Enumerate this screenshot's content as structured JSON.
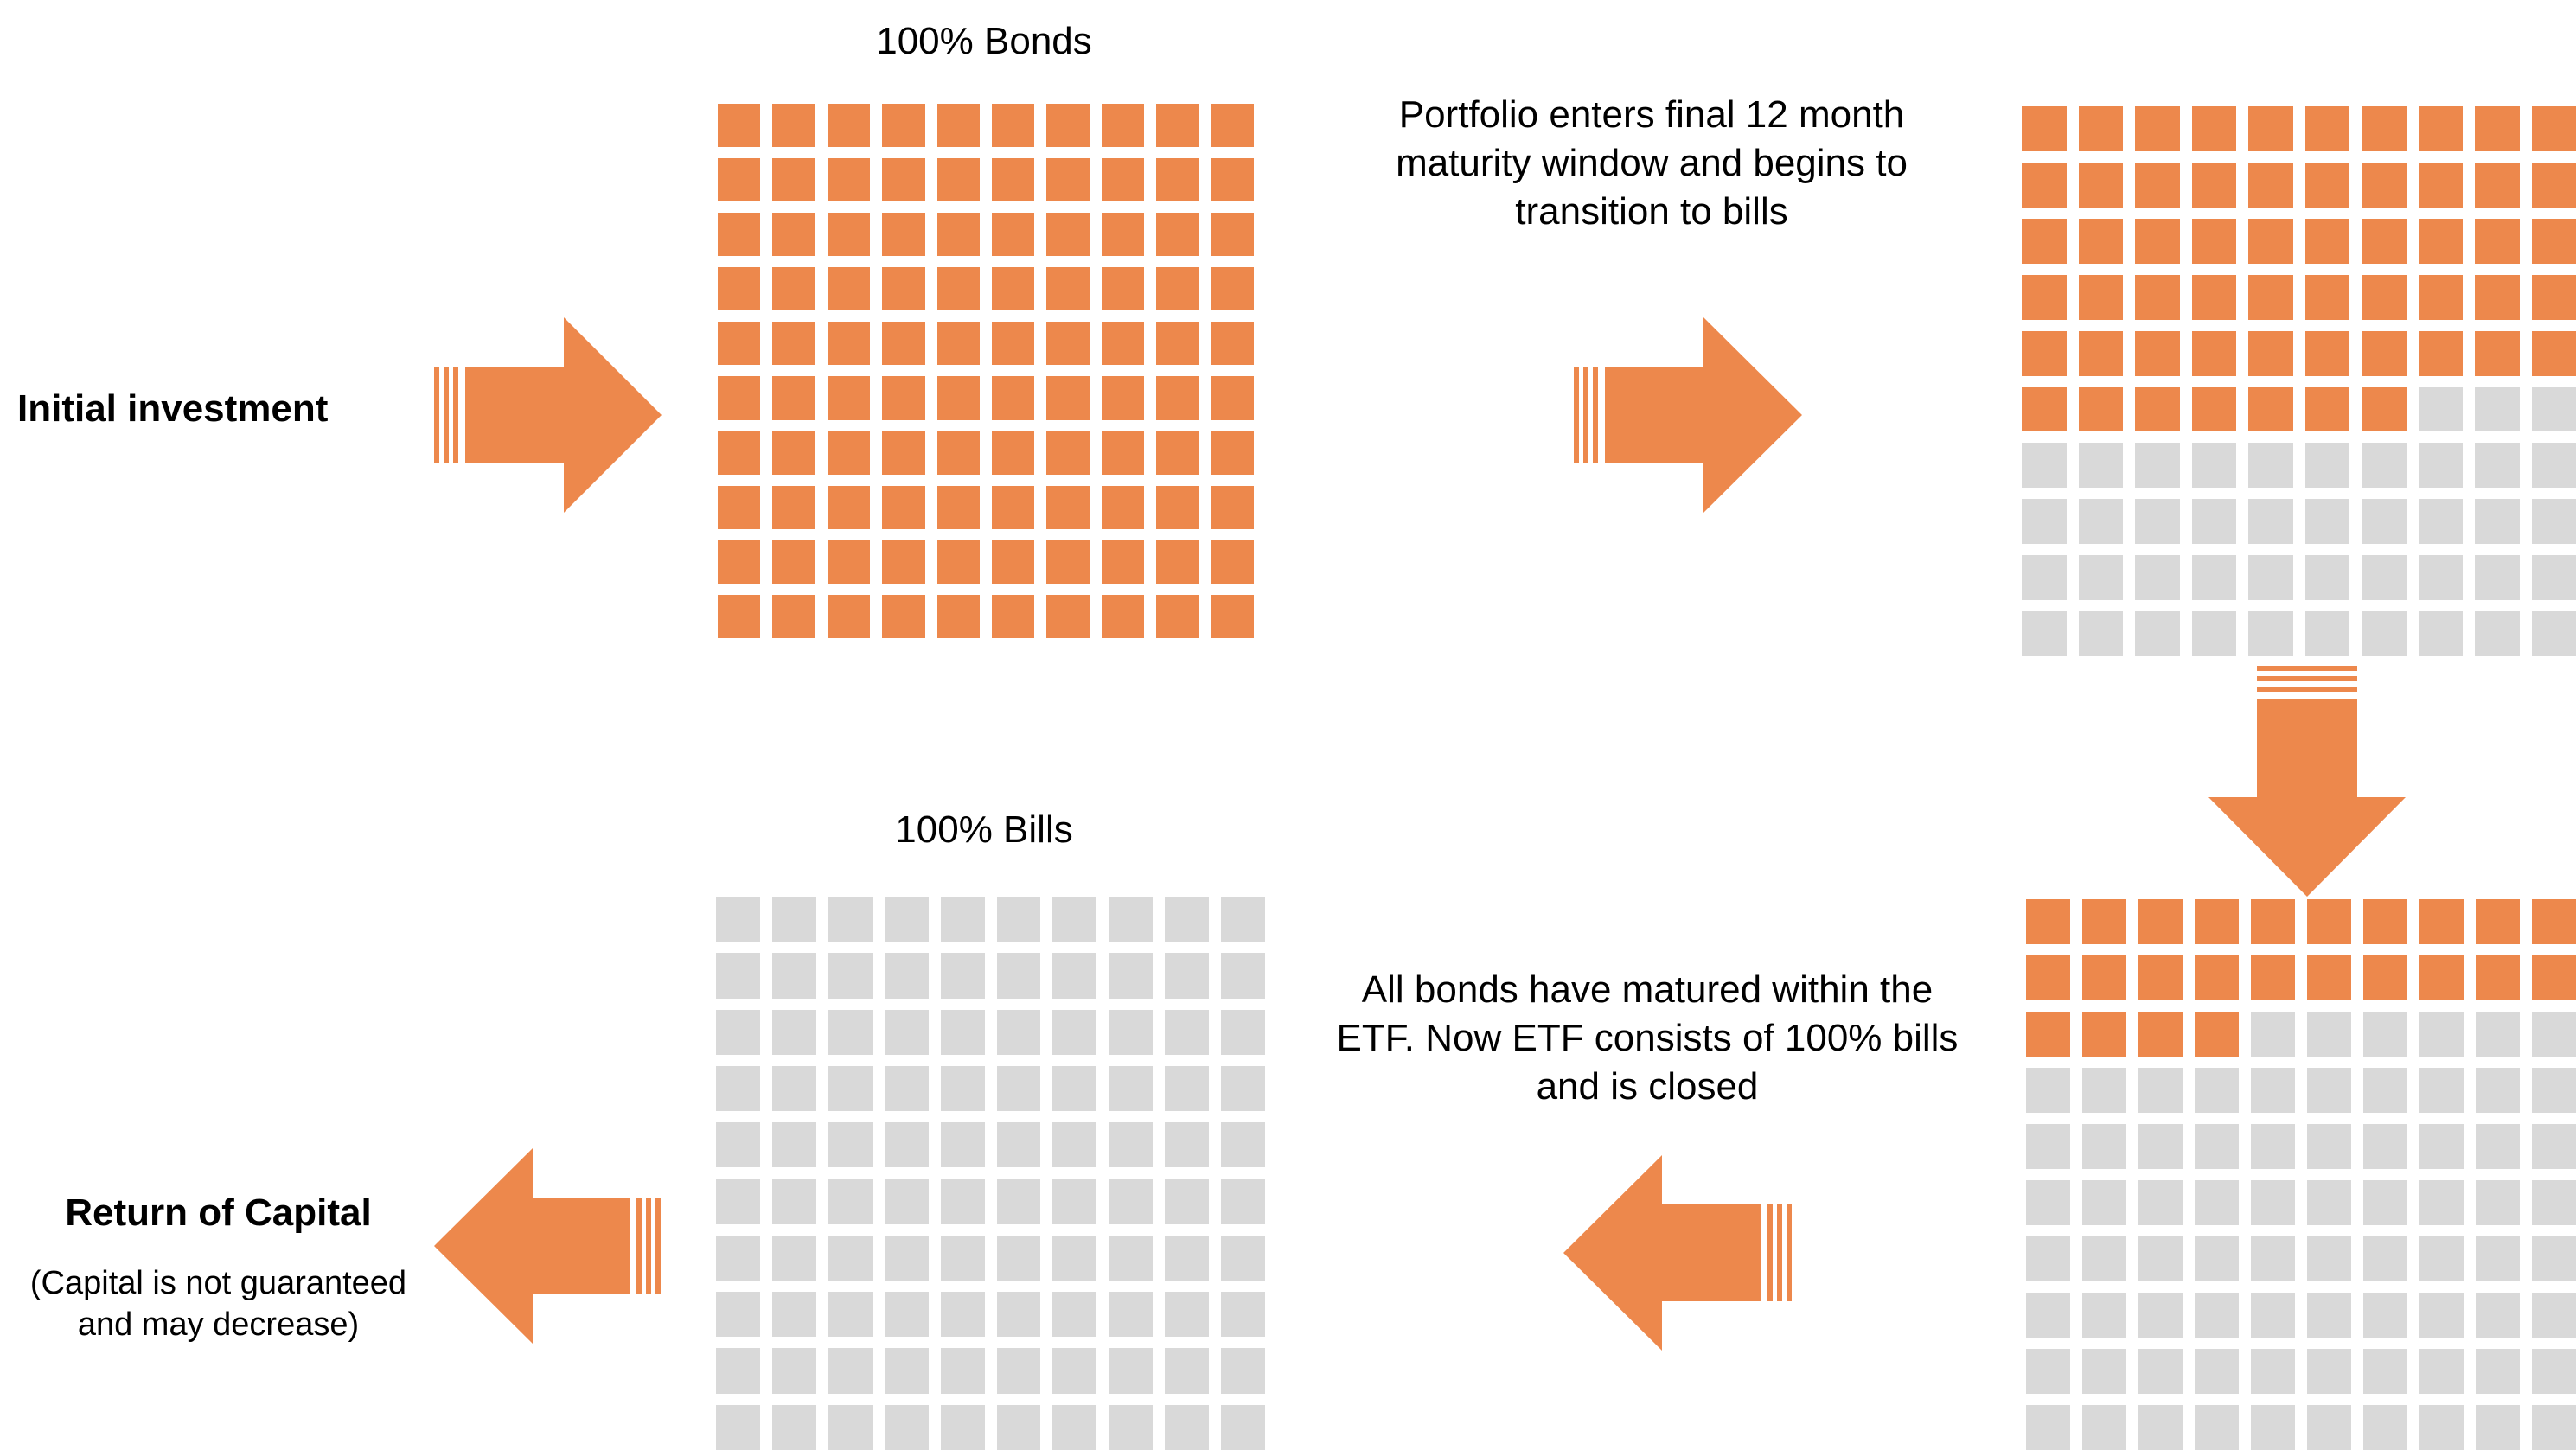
{
  "colors": {
    "bond": "#ED884C",
    "bill": "#D9D9D9",
    "arrow": "#ED884C"
  },
  "labels": {
    "initial": "Initial investment",
    "bonds_title": "100% Bonds",
    "transition": "Portfolio enters final 12 month maturity window and begins to transition to bills",
    "matured": "All bonds have matured within the ETF. Now ETF consists of 100% bills and is closed",
    "bills_title": "100% Bills",
    "return_title": "Return of Capital",
    "return_note": "(Capital is not guaranteed and may decrease)"
  },
  "grids": [
    {
      "id": "grid-100-bonds",
      "bond_squares": 100,
      "total_squares": 100
    },
    {
      "id": "grid-transition",
      "bond_squares": 57,
      "total_squares": 100
    },
    {
      "id": "grid-late-transition",
      "bond_squares": 24,
      "total_squares": 100
    },
    {
      "id": "grid-100-bills",
      "bond_squares": 0,
      "total_squares": 100
    }
  ]
}
